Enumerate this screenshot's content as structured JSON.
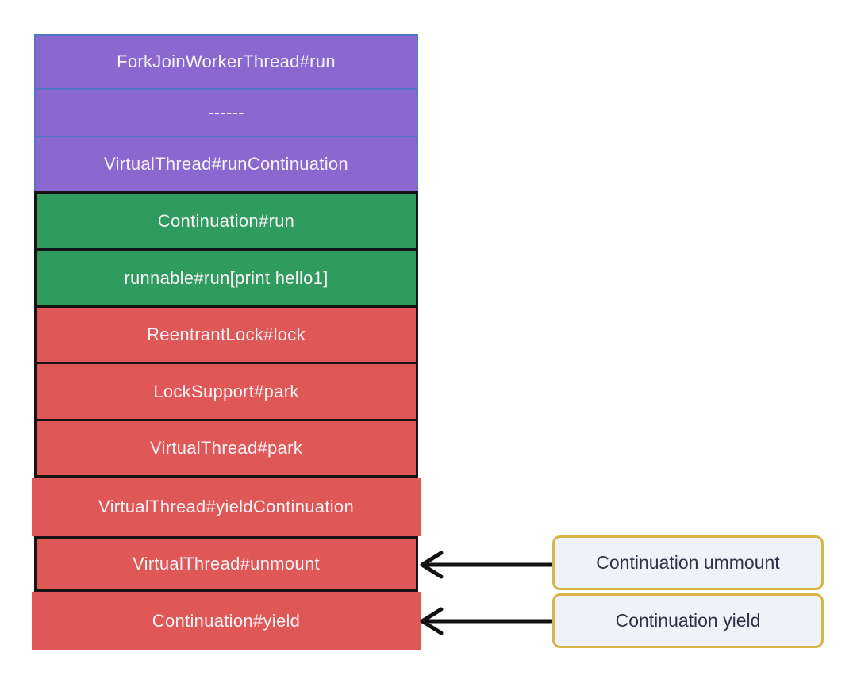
{
  "stack": {
    "rows": [
      {
        "label": "ForkJoinWorkerThread#run",
        "group": "platform-thread"
      },
      {
        "label": "------",
        "group": "platform-thread"
      },
      {
        "label": "VirtualThread#runContinuation",
        "group": "platform-thread"
      },
      {
        "label": "Continuation#run",
        "group": "continuation"
      },
      {
        "label": "runnable#run[print hello1]",
        "group": "continuation"
      },
      {
        "label": "ReentrantLock#lock",
        "group": "virtual-thread"
      },
      {
        "label": "LockSupport#park",
        "group": "virtual-thread"
      },
      {
        "label": "VirtualThread#park",
        "group": "virtual-thread"
      },
      {
        "label": "VirtualThread#yieldContinuation",
        "group": "virtual-thread"
      },
      {
        "label": "VirtualThread#unmount",
        "group": "virtual-thread"
      },
      {
        "label": "Continuation#yield",
        "group": "virtual-thread"
      }
    ]
  },
  "callouts": [
    {
      "label": "Continuation ummount",
      "points_to": "VirtualThread#unmount"
    },
    {
      "label": "Continuation yield",
      "points_to": "Continuation#yield"
    }
  ],
  "colors": {
    "purple": "#8a68d0",
    "purple-border": "#5276c4",
    "green": "#2f9b5e",
    "red": "#e05757",
    "box-border": "#141414",
    "box-text": "#f6f2f6",
    "callout-bg": "#eef2f9",
    "callout-border": "#d9b545",
    "callout-text": "#2b3447",
    "arrow": "#111111"
  }
}
